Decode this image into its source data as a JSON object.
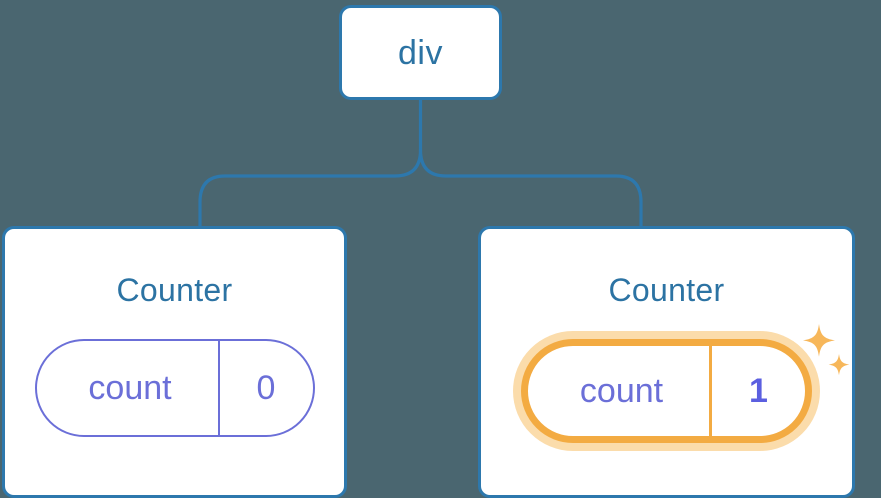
{
  "diagram": {
    "type": "component-tree",
    "background_color": "#4a6670",
    "accent_color": "#2d78ad",
    "state_color": "#6b6fd8",
    "highlight_color": "#f3ab42",
    "highlight_glow_color": "#fbdcab",
    "root": {
      "label": "div"
    },
    "children": [
      {
        "title": "Counter",
        "state": {
          "key": "count",
          "value": "0"
        },
        "highlighted": false
      },
      {
        "title": "Counter",
        "state": {
          "key": "count",
          "value": "1"
        },
        "highlighted": true,
        "sparkle_icons": [
          "sparkle-large",
          "sparkle-small"
        ]
      }
    ]
  }
}
